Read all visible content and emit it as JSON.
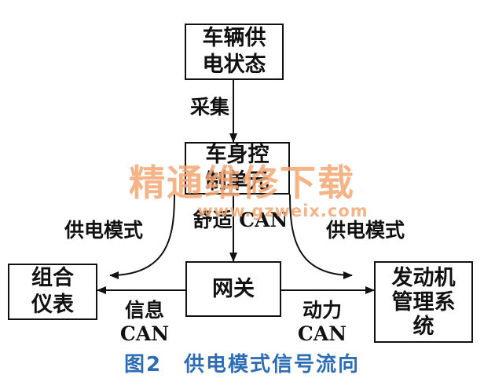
{
  "nodes": {
    "power_state": "车辆供\n电状态",
    "bcm": "车身控\n制单元",
    "gateway": "网关",
    "cluster": "组合\n仪表",
    "ems": "发动机\n管理系\n统"
  },
  "edges": {
    "collect": "采集",
    "comfort_can": "舒适 CAN",
    "mode_left": "供电模式",
    "mode_right": "供电模式",
    "info_can": "信息\nCAN",
    "power_can": "动力\nCAN"
  },
  "watermark": {
    "text": "精通维修下载",
    "url": "www.gzweix.com"
  },
  "caption": "图2　供电模式信号流向",
  "colors": {
    "line": "#111111",
    "caption": "#2e6db5",
    "watermark": "#f3a774"
  }
}
